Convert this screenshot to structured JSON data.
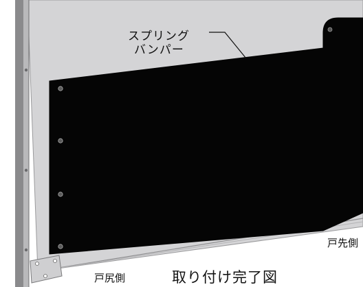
{
  "labels": {
    "spring_bumper_line1": "スプリング",
    "spring_bumper_line2": "バンパー",
    "door_hinge_side": "戸尻側",
    "door_lead_side": "戸先側",
    "caption": "取り付け完了図"
  }
}
